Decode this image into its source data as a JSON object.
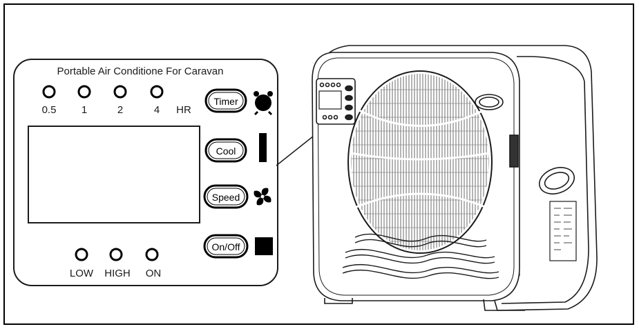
{
  "panel": {
    "title": "Portable Air Conditione For Caravan",
    "timer_leds": [
      {
        "label": "0.5"
      },
      {
        "label": "1"
      },
      {
        "label": "2"
      },
      {
        "label": "4"
      }
    ],
    "timer_unit": "HR",
    "buttons": [
      {
        "key": "timer",
        "label": "Timer",
        "icon": "alarm-clock-icon"
      },
      {
        "key": "cool",
        "label": "Cool",
        "icon": "bar-icon"
      },
      {
        "key": "speed",
        "label": "Speed",
        "icon": "fan-icon"
      },
      {
        "key": "onoff",
        "label": "On/Off",
        "icon": "square-icon"
      }
    ],
    "speed_leds": [
      {
        "label": "LOW"
      },
      {
        "label": "HIGH"
      },
      {
        "label": "ON"
      }
    ]
  },
  "colors": {
    "line": "#1a1a1a",
    "grille": "#6a6a6a",
    "background": "#ffffff"
  }
}
